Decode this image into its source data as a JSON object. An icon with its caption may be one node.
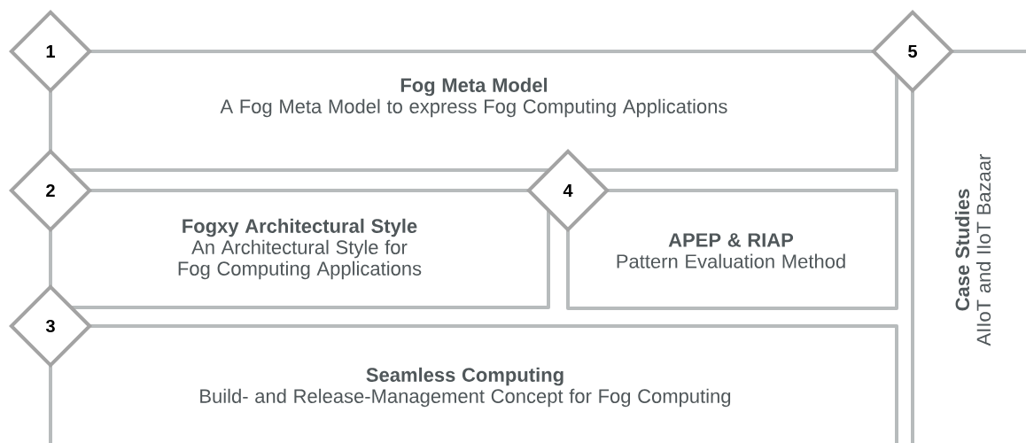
{
  "diagram": {
    "nodes": [
      {
        "text": [
          "1"
        ]
      },
      {
        "text": [
          "Fog Meta Model",
          "A Fog Meta Model to express Fog Computing Applications"
        ]
      },
      {
        "text": [
          "5"
        ]
      },
      {
        "text": [
          "Case Studies",
          "AIIoT and IIoT Bazaar"
        ]
      },
      {
        "text": [
          "2"
        ]
      },
      {
        "text": [
          "Fogxy Architectural Style",
          "An Architectural Style for Fog Computing Applications"
        ]
      },
      {
        "text": [
          "4"
        ]
      },
      {
        "text": [
          "APEP & RIAP",
          "Pattern Evaluation Method"
        ]
      },
      {
        "text": [
          "3"
        ]
      },
      {
        "text": [
          "Seamless Computing",
          "Build- and Release-Management Concept for Fog Computing"
        ]
      }
    ]
  }
}
